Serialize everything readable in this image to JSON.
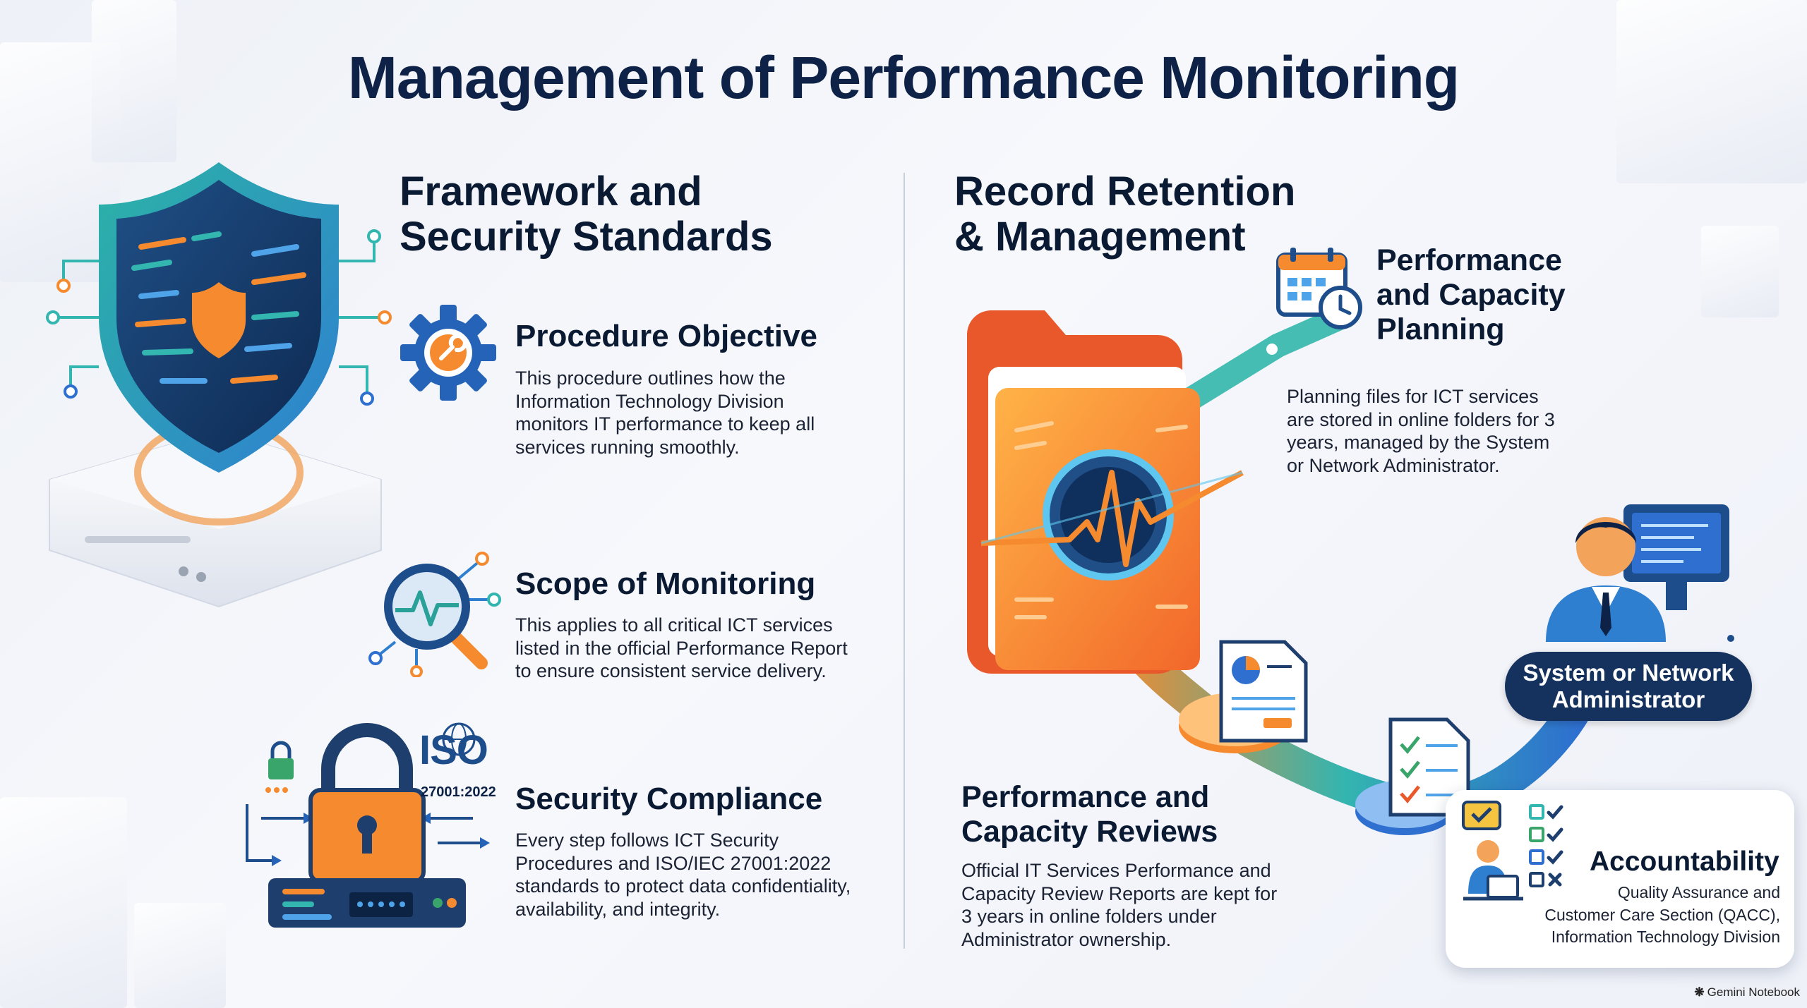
{
  "title": "Management of Performance Monitoring",
  "left_section": {
    "title_line1": "Framework and",
    "title_line2": "Security Standards",
    "items": [
      {
        "title": "Procedure Objective",
        "lines": [
          "This procedure outlines how the",
          "Information Technology Division",
          "monitors IT performance to keep all",
          "services running smoothly."
        ]
      },
      {
        "title": "Scope of Monitoring",
        "lines": [
          "This applies to all critical ICT services",
          "listed in the official Performance Report",
          "to ensure consistent service delivery."
        ]
      },
      {
        "title": "Security Compliance",
        "lines": [
          "Every step follows ICT Security",
          "Procedures and ISO/IEC 27001:2022",
          "standards to protect data confidentiality,",
          "availability, and integrity."
        ]
      }
    ],
    "iso_badge": {
      "label": "ISO",
      "sub": "27001:2022"
    }
  },
  "right_section": {
    "title_line1": "Record Retention",
    "title_line2": "& Management",
    "planning": {
      "title_lines": [
        "Performance",
        "and Capacity",
        "Planning"
      ],
      "lines": [
        "Planning files for ICT services",
        "are stored in online folders for 3",
        "years, managed by the System",
        "or Network Administrator."
      ]
    },
    "reviews": {
      "title_lines": [
        "Performance and",
        "Capacity Reviews"
      ],
      "lines": [
        "Official IT Services Performance and",
        "Capacity Review Reports are kept for",
        "3 years in online folders under",
        "Administrator ownership."
      ]
    },
    "admin_pill": {
      "line1": "System or Network",
      "line2": "Administrator"
    },
    "accountability": {
      "title": "Accountability",
      "lines": [
        "Quality Assurance and",
        "Customer Care Section (QACC),",
        "Information Technology Division"
      ]
    }
  },
  "watermark": "Gemini Notebook",
  "colors": {
    "navy": "#0e2248",
    "orange": "#f58a2e",
    "teal": "#33b5b0",
    "blue": "#2e6fd0",
    "green": "#3aa56a"
  }
}
